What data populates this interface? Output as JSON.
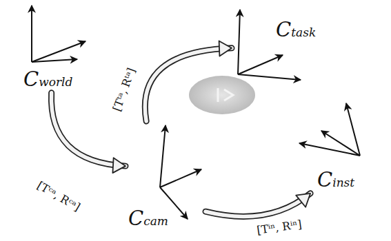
{
  "diagram": {
    "nodes": [
      {
        "text": [
          "Cworld"
        ]
      },
      {
        "text": [
          "Ctask"
        ]
      },
      {
        "text": [
          "Cinst"
        ]
      },
      {
        "text": [
          "Ccam"
        ]
      }
    ],
    "edges": [
      {
        "from": 0,
        "to": 3,
        "arrow": "to",
        "label": "[Tᶜᵃ, Rᶜᵃ]"
      },
      {
        "from": 3,
        "to": 1,
        "arrow": "to",
        "label": "[Tᵗᵃ, Rᵗᵃ]"
      },
      {
        "from": 3,
        "to": 2,
        "arrow": "to",
        "label": "[Tⁱⁿ, Rⁱⁿ]"
      }
    ]
  }
}
